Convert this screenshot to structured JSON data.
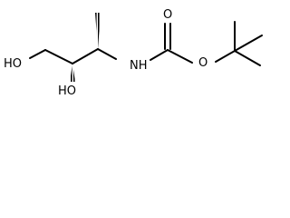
{
  "molecule": {
    "atoms": {
      "oh_left": "HO",
      "oh_bottom": "HO",
      "nh": "NH",
      "carbonyl_o": "O",
      "ester_o": "O"
    },
    "colors": {
      "bond": "#000000",
      "label": "#000000",
      "background": "#ffffff"
    }
  }
}
